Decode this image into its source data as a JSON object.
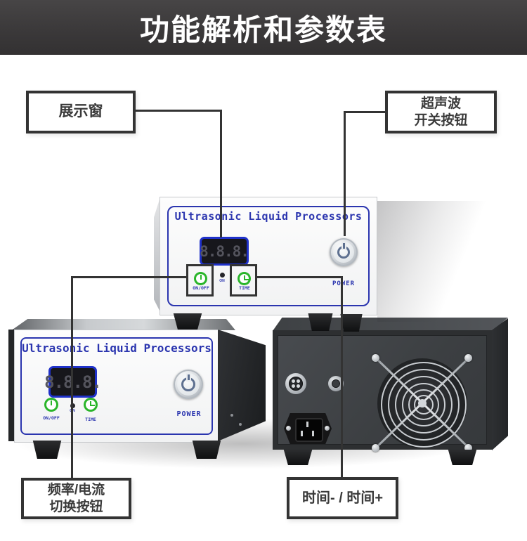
{
  "banner": {
    "title": "功能解析和参数表"
  },
  "callouts": {
    "display_window": {
      "text": "展示窗"
    },
    "ultrasonic_switch": {
      "line1": "超声波",
      "line2": "开关按钮"
    },
    "freq_current_switch": {
      "line1": "频率/电流",
      "line2": "切换按钮"
    },
    "time_adjust": {
      "text": "时间- / 时间+"
    }
  },
  "panel": {
    "brand": "Ultrasonic Liquid Processors",
    "display_value": "8.8.8.",
    "onoff_label": "ON/OFF",
    "time_label": "TIME",
    "power_label": "POWER",
    "indicator_label": "ON"
  },
  "colors": {
    "banner_bg": "#3b393a",
    "accent_blue": "#2b35af",
    "button_green": "#2ab52a",
    "callout_line": "#333333",
    "cabinet_dark": "#3c3f42"
  },
  "icons": {
    "onoff_button": "power-icon",
    "time_button": "clock-icon",
    "main_power_button": "power-icon",
    "back_panel": [
      "aviation-connector-icon",
      "fuse-holder-icon",
      "ac-inlet-icon",
      "cooling-fan-icon"
    ]
  }
}
